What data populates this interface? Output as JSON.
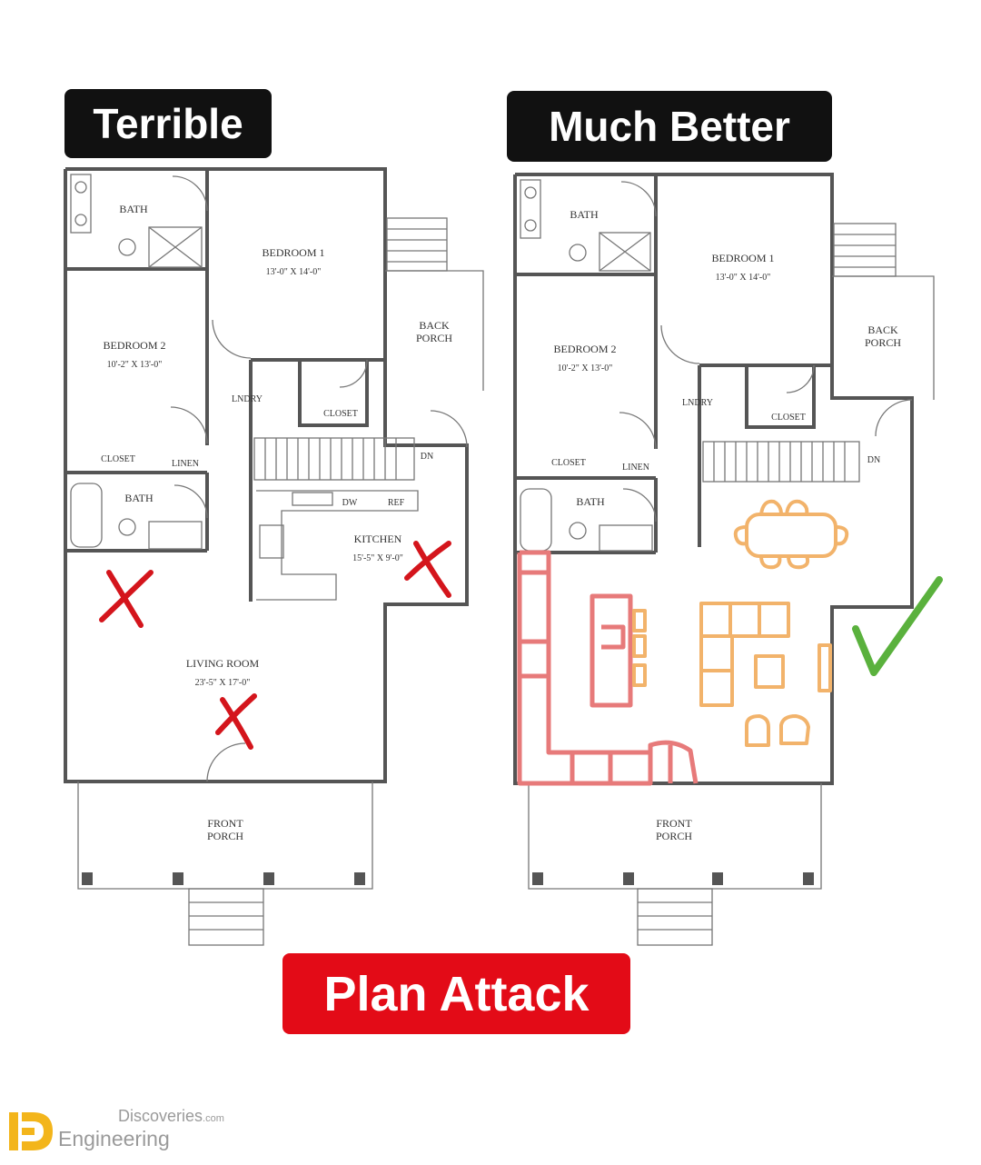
{
  "headings": {
    "left": "Terrible",
    "right": "Much Better",
    "bottom": "Plan Attack"
  },
  "rooms": {
    "bath_top": "BATH",
    "bedroom1": "BEDROOM 1",
    "bedroom1_size": "13'-0\" X 14'-0\"",
    "bedroom2": "BEDROOM 2",
    "bedroom2_size": "10'-2\" X 13'-0\"",
    "back_porch_1": "BACK",
    "back_porch_2": "PORCH",
    "laundry": "LNDRY",
    "closet": "CLOSET",
    "linen": "LINEN",
    "bath_mid": "BATH",
    "down": "DN",
    "dw": "DW",
    "ref": "REF",
    "kitchen": "KITCHEN",
    "kitchen_size": "15'-5\" X 9'-0\"",
    "living_room": "LIVING ROOM",
    "living_room_size": "23'-5\" X 17'-0\"",
    "front_porch_1": "FRONT",
    "front_porch_2": "PORCH"
  },
  "marks": {
    "left_plan": "x-mark",
    "right_plan": "check-mark",
    "colors": {
      "x": "#d4151c",
      "check": "#5ab13d",
      "kitchen_sketch": "#e77a7a",
      "furniture_sketch": "#f2b36b"
    }
  },
  "brand": {
    "top": "Discoveries",
    "top_suffix": ".com",
    "bottom": "Engineering"
  }
}
